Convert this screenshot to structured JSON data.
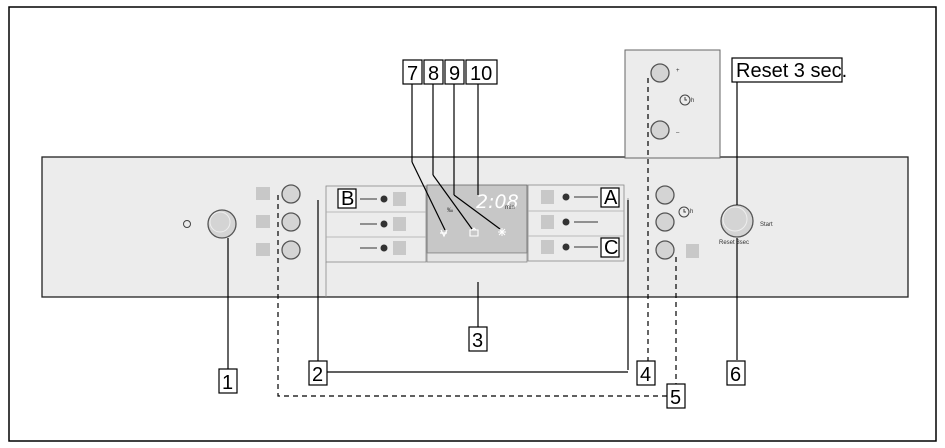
{
  "callouts": {
    "c1": "1",
    "c2": "2",
    "c3": "3",
    "c4": "4",
    "c5": "5",
    "c6": "6",
    "c7": "7",
    "c8": "8",
    "c9": "9",
    "c10": "10",
    "reset": "Reset 3 sec."
  },
  "programs": {
    "a": "A",
    "b": "B",
    "c": "C"
  },
  "display": {
    "time": "2:08",
    "unit": "min"
  },
  "panel": {
    "start": "Start",
    "reset_small": "Reset 3sec",
    "plus": "+",
    "minus": "–",
    "h_label": "h"
  }
}
